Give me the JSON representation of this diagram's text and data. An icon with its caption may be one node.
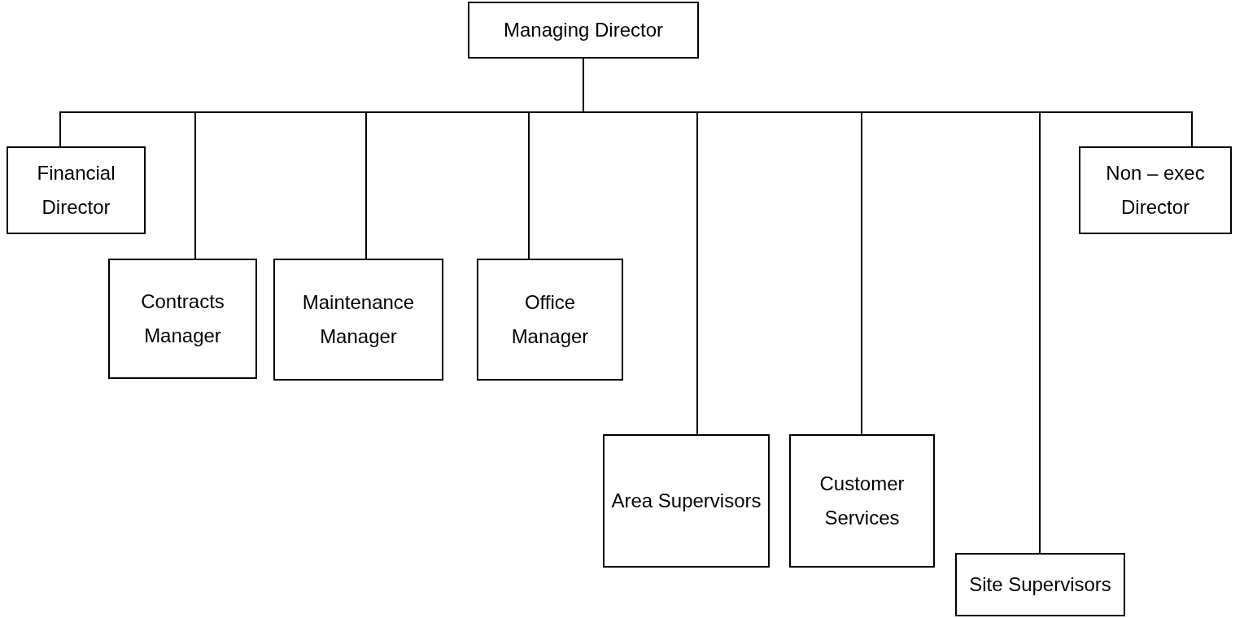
{
  "diagram": {
    "nodes": [
      {
        "text": [
          "Managing Director"
        ]
      },
      {
        "text": [
          "Financial Director"
        ]
      },
      {
        "text": [
          "Contracts Manager"
        ]
      },
      {
        "text": [
          "Maintenance Manager"
        ]
      },
      {
        "text": [
          "Office Manager"
        ]
      },
      {
        "text": [
          "Area Supervisors"
        ]
      },
      {
        "text": [
          "Customer Services"
        ]
      },
      {
        "text": [
          "Site Supervisors"
        ]
      },
      {
        "text": [
          "Non – exec Director"
        ]
      }
    ],
    "edges": [
      {
        "from": 0,
        "to": 1,
        "arrow": "none"
      },
      {
        "from": 0,
        "to": 2,
        "arrow": "none"
      },
      {
        "from": 0,
        "to": 3,
        "arrow": "none"
      },
      {
        "from": 0,
        "to": 4,
        "arrow": "none"
      },
      {
        "from": 0,
        "to": 5,
        "arrow": "none"
      },
      {
        "from": 0,
        "to": 6,
        "arrow": "none"
      },
      {
        "from": 0,
        "to": 7,
        "arrow": "none"
      },
      {
        "from": 0,
        "to": 8,
        "arrow": "none"
      }
    ]
  }
}
